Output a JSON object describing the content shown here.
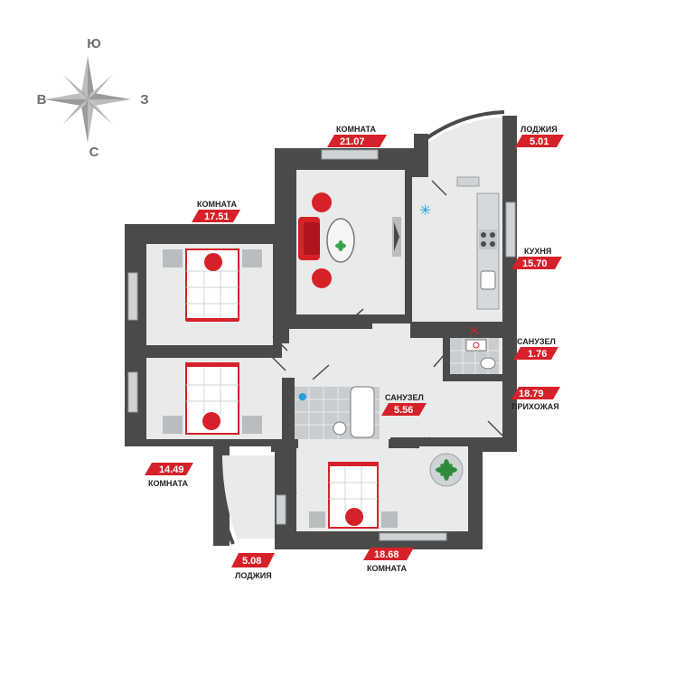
{
  "compass": {
    "north": "Ю",
    "west": "В",
    "east": "З",
    "south": "С"
  },
  "rooms": [
    {
      "id": "room-21",
      "name": "КОМНАТА",
      "area": "21.07"
    },
    {
      "id": "loggia-5-01",
      "name": "ЛОДЖИЯ",
      "area": "5.01"
    },
    {
      "id": "room-17",
      "name": "КОМНАТА",
      "area": "17.51"
    },
    {
      "id": "kitchen",
      "name": "КУХНЯ",
      "area": "15.70"
    },
    {
      "id": "wc-small",
      "name": "САНУЗЕЛ",
      "area": "1.76"
    },
    {
      "id": "hall",
      "name": "ПРИХОЖАЯ",
      "area": "18.79"
    },
    {
      "id": "bath",
      "name": "САНУЗЕЛ",
      "area": "5.56"
    },
    {
      "id": "room-14",
      "name": "КОМНАТА",
      "area": "14.49"
    },
    {
      "id": "loggia-5-08",
      "name": "ЛОДЖИЯ",
      "area": "5.08"
    },
    {
      "id": "room-18",
      "name": "КОМНАТА",
      "area": "18.68"
    }
  ],
  "colors": {
    "wall": "#4a4a4a",
    "floor": "#e9eaea",
    "accent": "#d7212a",
    "tile": "#9aa0a5",
    "compass": "#8b8b8b"
  }
}
